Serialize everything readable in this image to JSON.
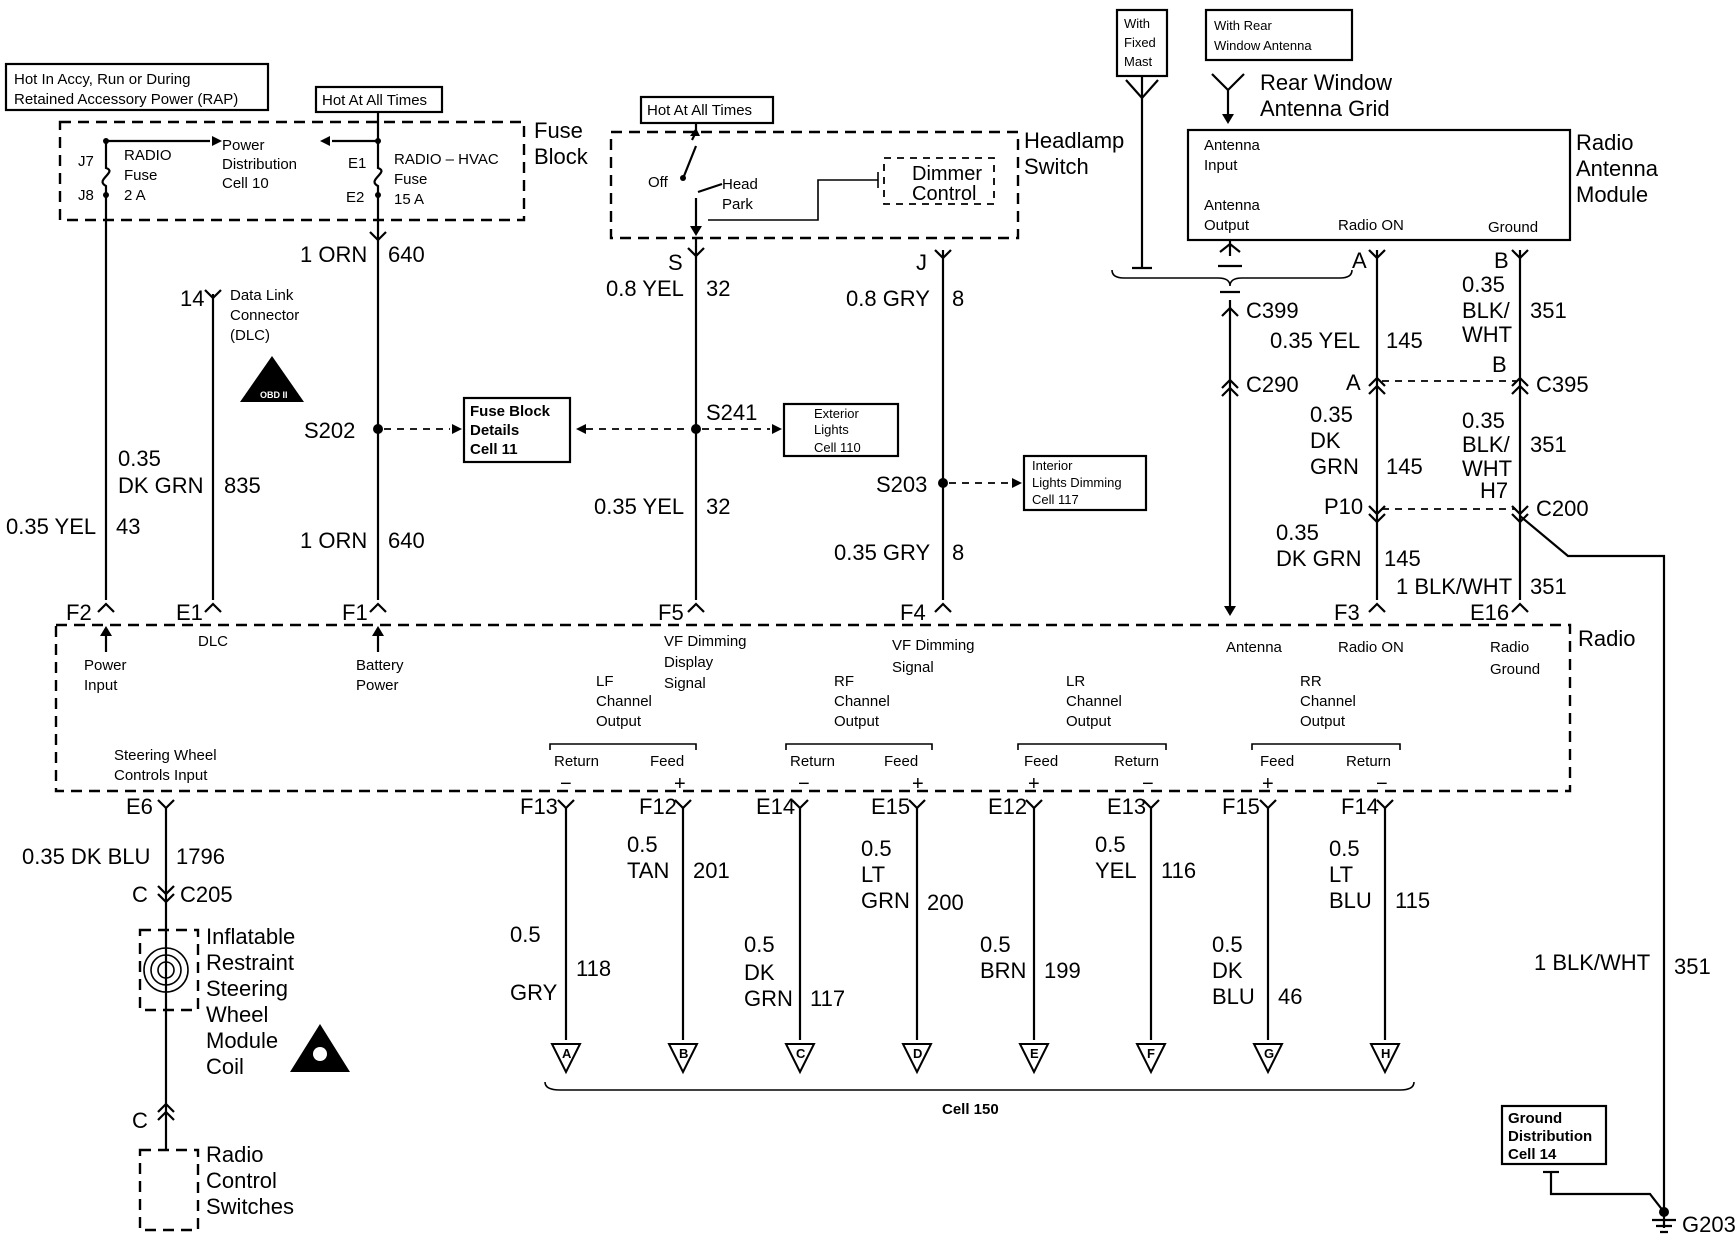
{
  "hot_rap": [
    "Hot In Accy, Run or During",
    "Retained Accessory Power (RAP)"
  ],
  "hot_all_times": "Hot At All Times",
  "fuse_block": {
    "label": [
      "Fuse",
      "Block"
    ],
    "j7": "J7",
    "j8": "J8",
    "radio_fuse": [
      "RADIO",
      "Fuse",
      "2 A"
    ],
    "power_distribution": [
      "Power",
      "Distribution",
      "Cell 10"
    ],
    "e1": "E1",
    "e2": "E2",
    "hvac_fuse": [
      "RADIO – HVAC",
      "Fuse",
      "15 A"
    ]
  },
  "headlamp_switch": {
    "label": [
      "Headlamp",
      "Switch"
    ],
    "hot": "Hot At All Times",
    "off": "Off",
    "head": "Head",
    "park": "Park",
    "dimmer": [
      "Dimmer",
      "Control"
    ],
    "pin_s": "S",
    "pin_j": "J"
  },
  "antenna": {
    "fixed_mast": [
      "With",
      "Fixed",
      "Mast"
    ],
    "rear_window": [
      "With Rear",
      "Window Antenna"
    ],
    "grid": [
      "Rear Window",
      "Antenna Grid"
    ],
    "module_label": [
      "Radio",
      "Antenna",
      "Module"
    ],
    "input": [
      "Antenna",
      "Input"
    ],
    "output": [
      "Antenna",
      "Output"
    ],
    "radio_on": "Radio ON",
    "ground": "Ground",
    "pin_a": "A",
    "pin_b": "B"
  },
  "wires": {
    "orn_640_top": [
      "1 ORN",
      "640"
    ],
    "yel_32_top": [
      "0.8 YEL",
      "32"
    ],
    "gry_8_top": [
      "0.8 GRY",
      "8"
    ],
    "dk_grn_835": [
      "0.35",
      "DK GRN",
      "835"
    ],
    "yel_43": [
      "0.35 YEL",
      "43"
    ],
    "orn_640_bot": [
      "1 ORN",
      "640"
    ],
    "yel_32_bot": [
      "0.35 YEL",
      "32"
    ],
    "gry_8_bot": [
      "0.35 GRY",
      "8"
    ],
    "blk_wht_351_a": [
      "0.35",
      "BLK/",
      "WHT",
      "351"
    ],
    "yel_145": [
      "0.35 YEL",
      "145"
    ],
    "dk_grn_145_a": [
      "0.35",
      "DK",
      "GRN",
      "145"
    ],
    "blk_wht_351_b": [
      "0.35",
      "BLK/",
      "WHT",
      "351"
    ],
    "dk_grn_145_b": [
      "0.35",
      "DK GRN",
      "145"
    ],
    "blk_wht_351_c": [
      "1 BLK/WHT",
      "351"
    ],
    "blk_wht_351_d": [
      "1 BLK/WHT",
      "351"
    ],
    "dk_blu_1796": [
      "0.35 DK BLU",
      "1796"
    ]
  },
  "connectors": {
    "dlc_pin": "14",
    "dlc_label": [
      "Data Link",
      "Connector",
      "(DLC)"
    ],
    "obd": "OBD II",
    "s202": "S202",
    "s241": "S241",
    "s203": "S203",
    "c399": "C399",
    "c290": "C290",
    "c395": "C395",
    "c395_a": "A",
    "c395_b": "B",
    "c200": "C200",
    "c200_p10": "P10",
    "c200_h7": "H7",
    "c205": "C205",
    "c205_c": "C",
    "c_lower": "C",
    "g203": "G203"
  },
  "refs": {
    "fuse_block_details": [
      "Fuse Block",
      "Details",
      "Cell 11"
    ],
    "exterior_lights": [
      "Exterior",
      "Lights",
      "Cell 110"
    ],
    "interior_dimming": [
      "Interior",
      "Lights Dimming",
      "Cell 117"
    ],
    "ground_distribution": [
      "Ground",
      "Distribution",
      "Cell 14"
    ],
    "cell_150": "Cell 150"
  },
  "radio": {
    "label": "Radio",
    "pins_top": {
      "f2": "F2",
      "e1": "E1",
      "f1": "F1",
      "f5": "F5",
      "f4": "F4",
      "f3": "F3",
      "e16": "E16"
    },
    "power_input": [
      "Power",
      "Input"
    ],
    "dlc": "DLC",
    "battery_power": [
      "Battery",
      "Power"
    ],
    "vf_display": [
      "VF Dimming",
      "Display",
      "Signal"
    ],
    "vf_signal": [
      "VF Dimming",
      "Signal"
    ],
    "antenna": "Antenna",
    "radio_on": "Radio ON",
    "radio_ground": [
      "Radio",
      "Ground"
    ],
    "steering_input": [
      "Steering Wheel",
      "Controls Input"
    ],
    "pin_e6": "E6",
    "channels": {
      "lf": [
        "LF",
        "Channel",
        "Output"
      ],
      "rf": [
        "RF",
        "Channel",
        "Output"
      ],
      "lr": [
        "LR",
        "Channel",
        "Output"
      ],
      "rr": [
        "RR",
        "Channel",
        "Output"
      ]
    },
    "return": "Return",
    "feed": "Feed"
  },
  "speakers": [
    {
      "pin": "F13",
      "wire": [
        "0.5",
        "GRY"
      ],
      "circuit": "118",
      "letter": "A"
    },
    {
      "pin": "F12",
      "wire": [
        "0.5",
        "TAN"
      ],
      "circuit": "201",
      "letter": "B"
    },
    {
      "pin": "E14",
      "wire": [
        "0.5",
        "DK",
        "GRN"
      ],
      "circuit": "117",
      "letter": "C"
    },
    {
      "pin": "E15",
      "wire": [
        "0.5",
        "LT",
        "GRN"
      ],
      "circuit": "200",
      "letter": "D"
    },
    {
      "pin": "E12",
      "wire": [
        "0.5",
        "BRN"
      ],
      "circuit": "199",
      "letter": "E"
    },
    {
      "pin": "E13",
      "wire": [
        "0.5",
        "YEL"
      ],
      "circuit": "116",
      "letter": "F"
    },
    {
      "pin": "F15",
      "wire": [
        "0.5",
        "DK",
        "BLU"
      ],
      "circuit": "46",
      "letter": "G"
    },
    {
      "pin": "F14",
      "wire": [
        "0.5",
        "LT",
        "BLU"
      ],
      "circuit": "115",
      "letter": "H"
    }
  ],
  "steering": {
    "coil": [
      "Inflatable",
      "Restraint",
      "Steering",
      "Wheel",
      "Module",
      "Coil"
    ],
    "switches": [
      "Radio",
      "Control",
      "Switches"
    ]
  }
}
